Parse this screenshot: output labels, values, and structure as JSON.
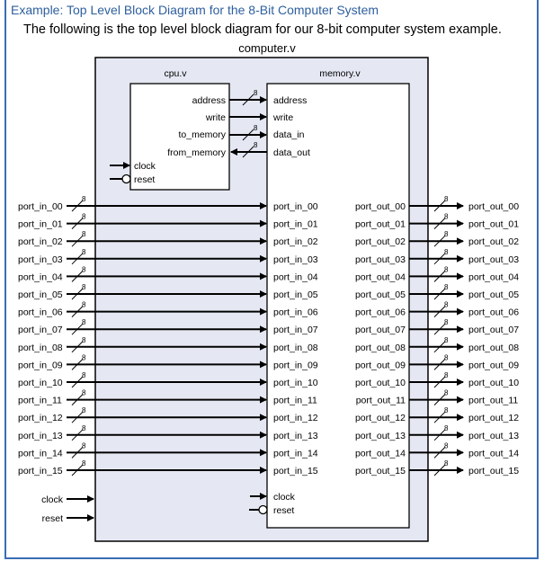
{
  "header": {
    "title": "Example: Top Level Block Diagram for the 8-Bit Computer System",
    "intro": "The following is the top level block diagram for our 8-bit computer system example."
  },
  "diagram": {
    "outer_module": "computer.v",
    "cpu": {
      "name": "cpu.v",
      "outputs": [
        "address",
        "write",
        "to_memory"
      ],
      "input": "from_memory",
      "clock": "clock",
      "reset": "reset"
    },
    "memory": {
      "name": "memory.v",
      "cpu_ports": [
        "address",
        "write",
        "data_in",
        "data_out"
      ],
      "clock": "clock",
      "reset": "reset"
    },
    "bus_width": "8",
    "ports_in": [
      "port_in_00",
      "port_in_01",
      "port_in_02",
      "port_in_03",
      "port_in_04",
      "port_in_05",
      "port_in_06",
      "port_in_07",
      "port_in_08",
      "port_in_09",
      "port_in_10",
      "port_in_11",
      "port_in_12",
      "port_in_13",
      "port_in_14",
      "port_in_15"
    ],
    "ports_out": [
      "port_out_00",
      "port_out_01",
      "port_out_02",
      "port_out_03",
      "port_out_04",
      "port_out_05",
      "port_out_06",
      "port_out_07",
      "port_out_08",
      "port_out_09",
      "port_out_10",
      "port_out_11",
      "port_out_12",
      "port_out_13",
      "port_out_14",
      "port_out_15"
    ],
    "top_clock": "clock",
    "top_reset": "reset",
    "colors": {
      "outer_fill": "#e5e8f3",
      "heading": "#2e5f9e",
      "wire": "#000000"
    }
  }
}
